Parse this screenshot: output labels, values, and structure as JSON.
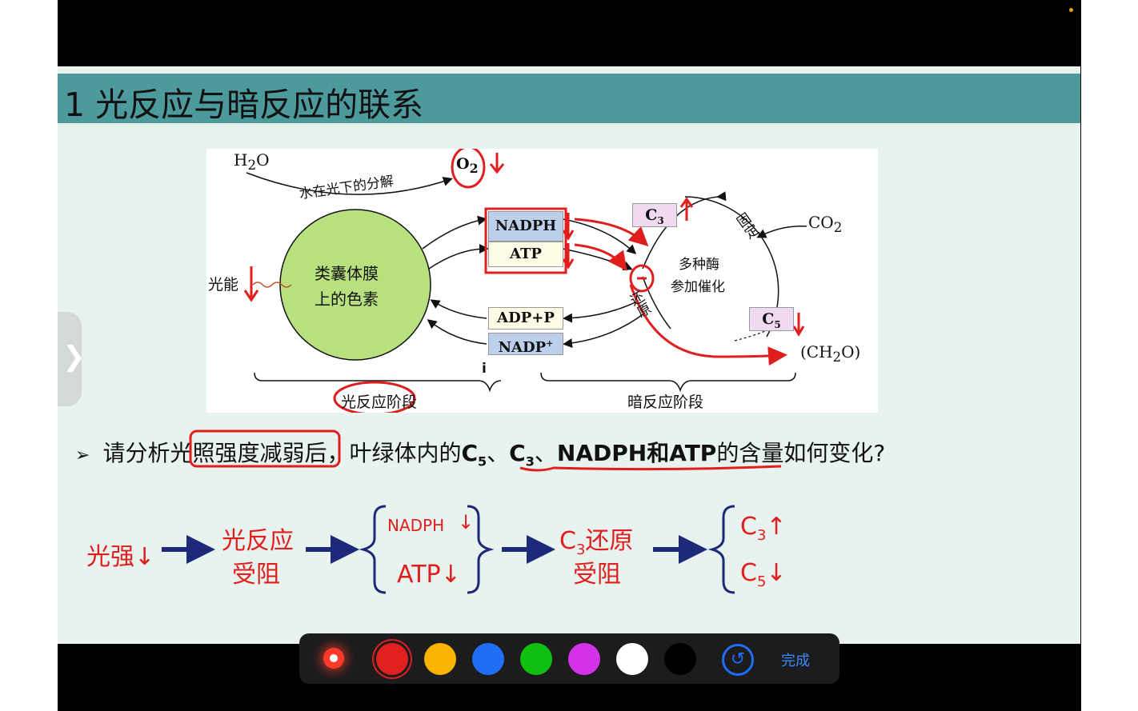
{
  "slide": {
    "title": "1  光反应与暗反应的联系",
    "question": {
      "marker": "➢",
      "prefix": "请分析光照强度减弱后，叶绿体内的",
      "c5": "C",
      "c5_sub": "5",
      "sep1": "、",
      "c3": "C",
      "c3_sub": "3",
      "sep2": "、",
      "nadph_atp": "NADPH和ATP",
      "suffix": "的含量如何变化?"
    }
  },
  "diagram": {
    "h2o": "H",
    "h2o_sub": "2",
    "h2o_o": "O",
    "water_split": "水在光下的分解",
    "o2": "O",
    "o2_sub": "2",
    "light_energy": "光能",
    "pigment_line1": "类囊体膜",
    "pigment_line2": "上的色素",
    "nadph": "NADPH",
    "atp": "ATP",
    "adp_p": "ADP+P",
    "i_mark": "i",
    "nadp": "NADP",
    "nadp_sup": "+",
    "c3": "C",
    "c3_sub": "3",
    "c5": "C",
    "c5_sub": "5",
    "co2": "CO",
    "co2_sub": "2",
    "fixation": "固定",
    "enzymes_line1": "多种酶",
    "enzymes_line2": "参加催化",
    "reduction": "还原",
    "ch2o_open": "(CH",
    "ch2o_sub": "2",
    "ch2o_close": "O)",
    "light_stage": "光反应阶段",
    "dark_stage": "暗反应阶段"
  },
  "flow": {
    "step1": "光强↓",
    "step2_line1": "光反应",
    "step2_line2": "受阻",
    "nadph": "NADPH",
    "nadph_arrow": "↓",
    "atp": "ATP↓",
    "step4_c": "C",
    "step4_sub": "3",
    "step4_rest": "还原",
    "step4_line2": "受阻",
    "c3": "C",
    "c3_sub": "3",
    "c3_arrow": "↑",
    "c5": "C",
    "c5_sub": "5",
    "c5_arrow": "↓"
  },
  "toolbar": {
    "done_label": "完成",
    "colors": [
      "#e0201e",
      "#f8b400",
      "#1f6ef5",
      "#10c010",
      "#d431e8",
      "#ffffff",
      "#000000"
    ],
    "icons": [
      "laser-pointer-icon",
      "undo-icon"
    ]
  }
}
